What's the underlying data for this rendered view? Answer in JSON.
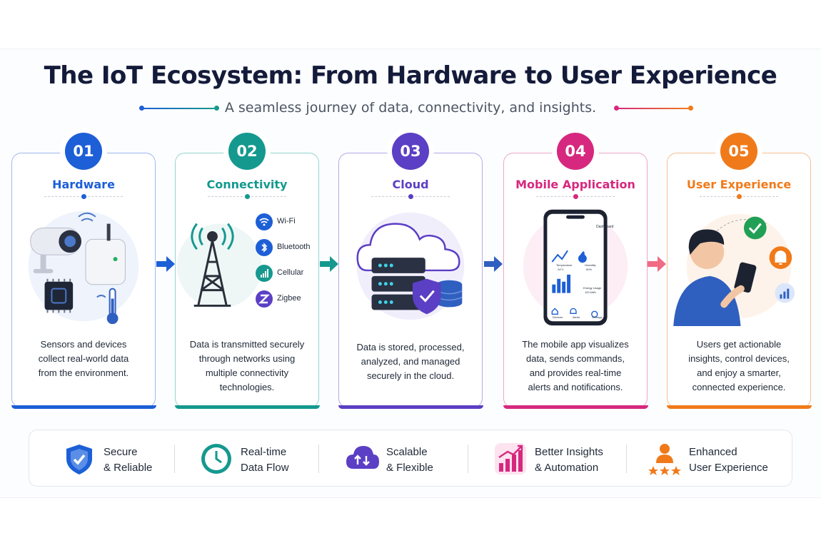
{
  "title": "The IoT Ecosystem: From Hardware to User Experience",
  "subtitle": "A seamless journey of data, connectivity, and insights.",
  "colors": {
    "hardware": "#1d5fd6",
    "connectivity": "#15998f",
    "cloud": "#5b3fc4",
    "mobile": "#d6287f",
    "ux": "#f07a1a",
    "title": "#141b3a"
  },
  "steps": [
    {
      "number": "01",
      "title": "Hardware",
      "description": [
        "Sensors and devices",
        "collect real-world data",
        "from the environment."
      ],
      "icons": [
        "security-camera-icon",
        "sensor-hub-icon",
        "chip-icon",
        "thermometer-icon"
      ]
    },
    {
      "number": "02",
      "title": "Connectivity",
      "description": [
        "Data is transmitted securely",
        "through networks using",
        "multiple connectivity",
        "technologies."
      ],
      "technologies": [
        {
          "label": "Wi-Fi",
          "icon": "wifi-icon"
        },
        {
          "label": "Bluetooth",
          "icon": "bluetooth-icon"
        },
        {
          "label": "Cellular",
          "icon": "cellular-icon"
        },
        {
          "label": "Zigbee",
          "icon": "zigbee-icon"
        }
      ]
    },
    {
      "number": "03",
      "title": "Cloud",
      "description": [
        "Data is stored, processed,",
        "analyzed, and managed",
        "securely in the cloud."
      ],
      "icons": [
        "cloud-icon",
        "server-icon",
        "shield-check-icon",
        "database-icon"
      ]
    },
    {
      "number": "04",
      "title": "Mobile Application",
      "description": [
        "The mobile app visualizes",
        "data, sends commands,",
        "and provides real-time",
        "alerts and notifications."
      ],
      "phone": {
        "header": "Dashboard",
        "tiles": [
          {
            "label": "Temperature",
            "value": "24°C"
          },
          {
            "label": "Humidity",
            "value": "60%"
          },
          {
            "label": "Energy Usage",
            "value": "120 kWh"
          }
        ],
        "nav": [
          "Devices",
          "Alerts",
          "Settings"
        ]
      }
    },
    {
      "number": "05",
      "title": "User Experience",
      "description": [
        "Users get actionable",
        "insights, control devices,",
        "and enjoy a smarter,",
        "connected experience."
      ],
      "icons": [
        "user-with-phone-icon",
        "check-icon",
        "bell-icon",
        "chart-icon"
      ]
    }
  ],
  "features": [
    {
      "line1": "Secure",
      "line2": "& Reliable",
      "icon": "shield-icon",
      "color": "#1d5fd6"
    },
    {
      "line1": "Real-time",
      "line2": "Data Flow",
      "icon": "clock-icon",
      "color": "#15998f"
    },
    {
      "line1": "Scalable",
      "line2": "& Flexible",
      "icon": "cloud-sync-icon",
      "color": "#5b3fc4"
    },
    {
      "line1": "Better Insights",
      "line2": "& Automation",
      "icon": "growth-chart-icon",
      "color": "#d6287f"
    },
    {
      "line1": "Enhanced",
      "line2": "User Experience",
      "icon": "user-stars-icon",
      "color": "#f07a1a"
    }
  ]
}
